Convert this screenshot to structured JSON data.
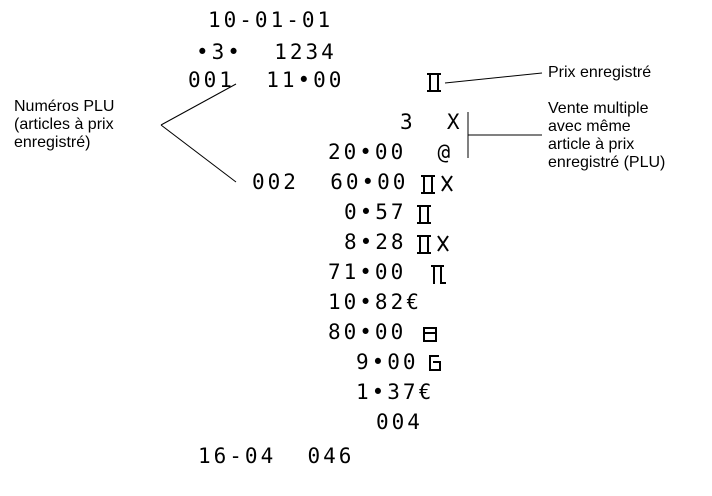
{
  "receipt": {
    "lines": [
      "10-01-01",
      "•3•  1234",
      "001  11•00",
      "3  X",
      "20•00  @",
      "002  60•00",
      "0•57",
      "8•28",
      "71•00",
      "10•82€",
      "80•00",
      "9•00",
      "1•37€",
      "004",
      "16-04  046"
    ]
  },
  "annotations": {
    "plu_numbers": "Numéros PLU\n(articles à prix\nenregistré)",
    "registered_price": "Prix enregistré",
    "multiple_sale": "Vente multiple\navec même\narticle à prix\nenregistré (PLU)"
  }
}
